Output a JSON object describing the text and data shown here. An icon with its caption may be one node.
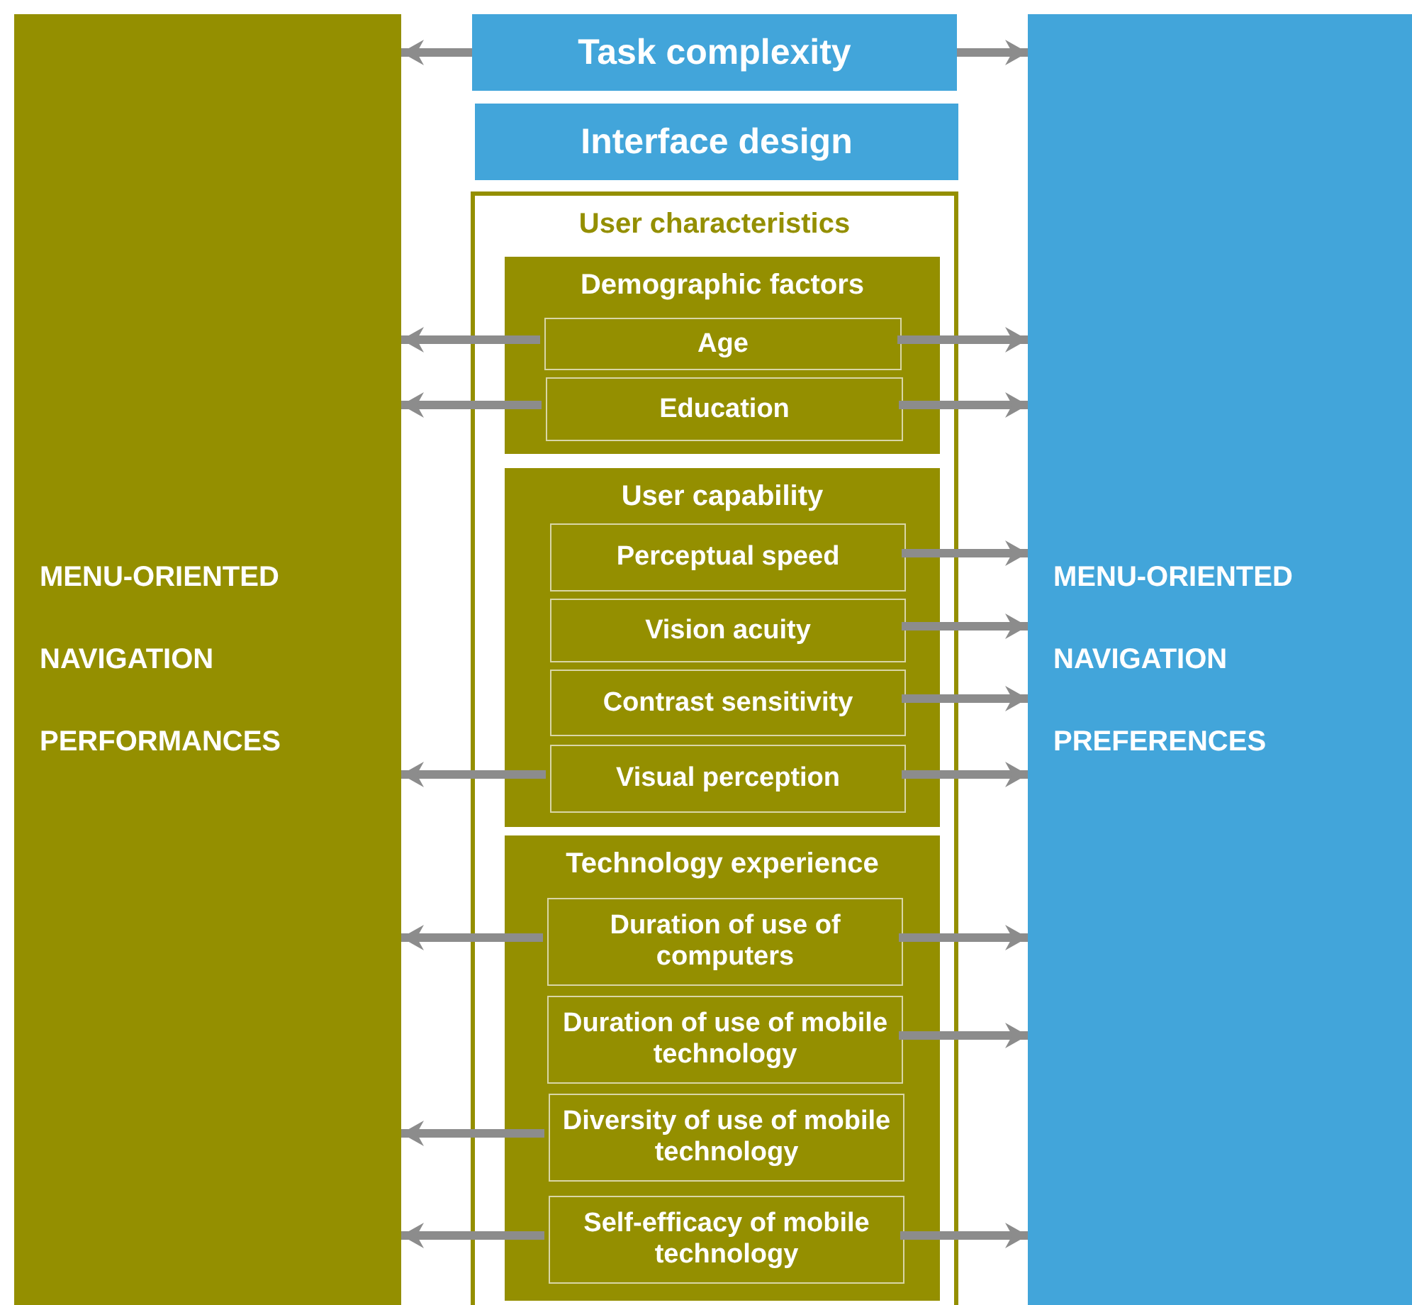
{
  "diagram": {
    "nodes": [
      {
        "text": [
          "MENU-ORIENTED NAVIGATION PERFORMANCES"
        ]
      },
      {
        "text": [
          "Task complexity"
        ]
      },
      {
        "text": [
          "Interface design"
        ]
      },
      {
        "text": [
          "User characteristics"
        ]
      },
      {
        "text": [
          "Demographic factors"
        ],
        "in": 3
      },
      {
        "text": [
          "Age"
        ],
        "in": 4
      },
      {
        "text": [
          "Education"
        ],
        "in": 4
      },
      {
        "text": [
          "User capability"
        ],
        "in": 3
      },
      {
        "text": [
          "Perceptual speed"
        ],
        "in": 7
      },
      {
        "text": [
          "Vision acuity"
        ],
        "in": 7
      },
      {
        "text": [
          "Contrast sensitivity"
        ],
        "in": 7
      },
      {
        "text": [
          "Visual perception"
        ],
        "in": 7
      },
      {
        "text": [
          "Technology experience"
        ],
        "in": 3
      },
      {
        "text": [
          "Duration of use of computers"
        ],
        "in": 12
      },
      {
        "text": [
          "Duration of use of mobile technology"
        ],
        "in": 12
      },
      {
        "text": [
          "Diversity of use of mobile technology"
        ],
        "in": 12
      },
      {
        "text": [
          "Self-efficacy of mobile technology"
        ],
        "in": 12
      },
      {
        "text": [
          "MENU-ORIENTED NAVIGATION PREFERENCES"
        ]
      }
    ],
    "edges": [
      {
        "from": 1,
        "to": 0,
        "arrow": "to"
      },
      {
        "from": 1,
        "to": 17,
        "arrow": "to"
      },
      {
        "from": 5,
        "to": 0,
        "arrow": "to"
      },
      {
        "from": 5,
        "to": 17,
        "arrow": "to"
      },
      {
        "from": 6,
        "to": 0,
        "arrow": "to"
      },
      {
        "from": 6,
        "to": 17,
        "arrow": "to"
      },
      {
        "from": 8,
        "to": 17,
        "arrow": "to"
      },
      {
        "from": 9,
        "to": 17,
        "arrow": "to"
      },
      {
        "from": 10,
        "to": 17,
        "arrow": "to"
      },
      {
        "from": 11,
        "to": 0,
        "arrow": "to"
      },
      {
        "from": 11,
        "to": 17,
        "arrow": "to"
      },
      {
        "from": 13,
        "to": 0,
        "arrow": "to"
      },
      {
        "from": 13,
        "to": 17,
        "arrow": "to"
      },
      {
        "from": 14,
        "to": 17,
        "arrow": "to"
      },
      {
        "from": 15,
        "to": 0,
        "arrow": "to"
      },
      {
        "from": 16,
        "to": 0,
        "arrow": "to"
      },
      {
        "from": 16,
        "to": 17,
        "arrow": "to"
      }
    ]
  }
}
